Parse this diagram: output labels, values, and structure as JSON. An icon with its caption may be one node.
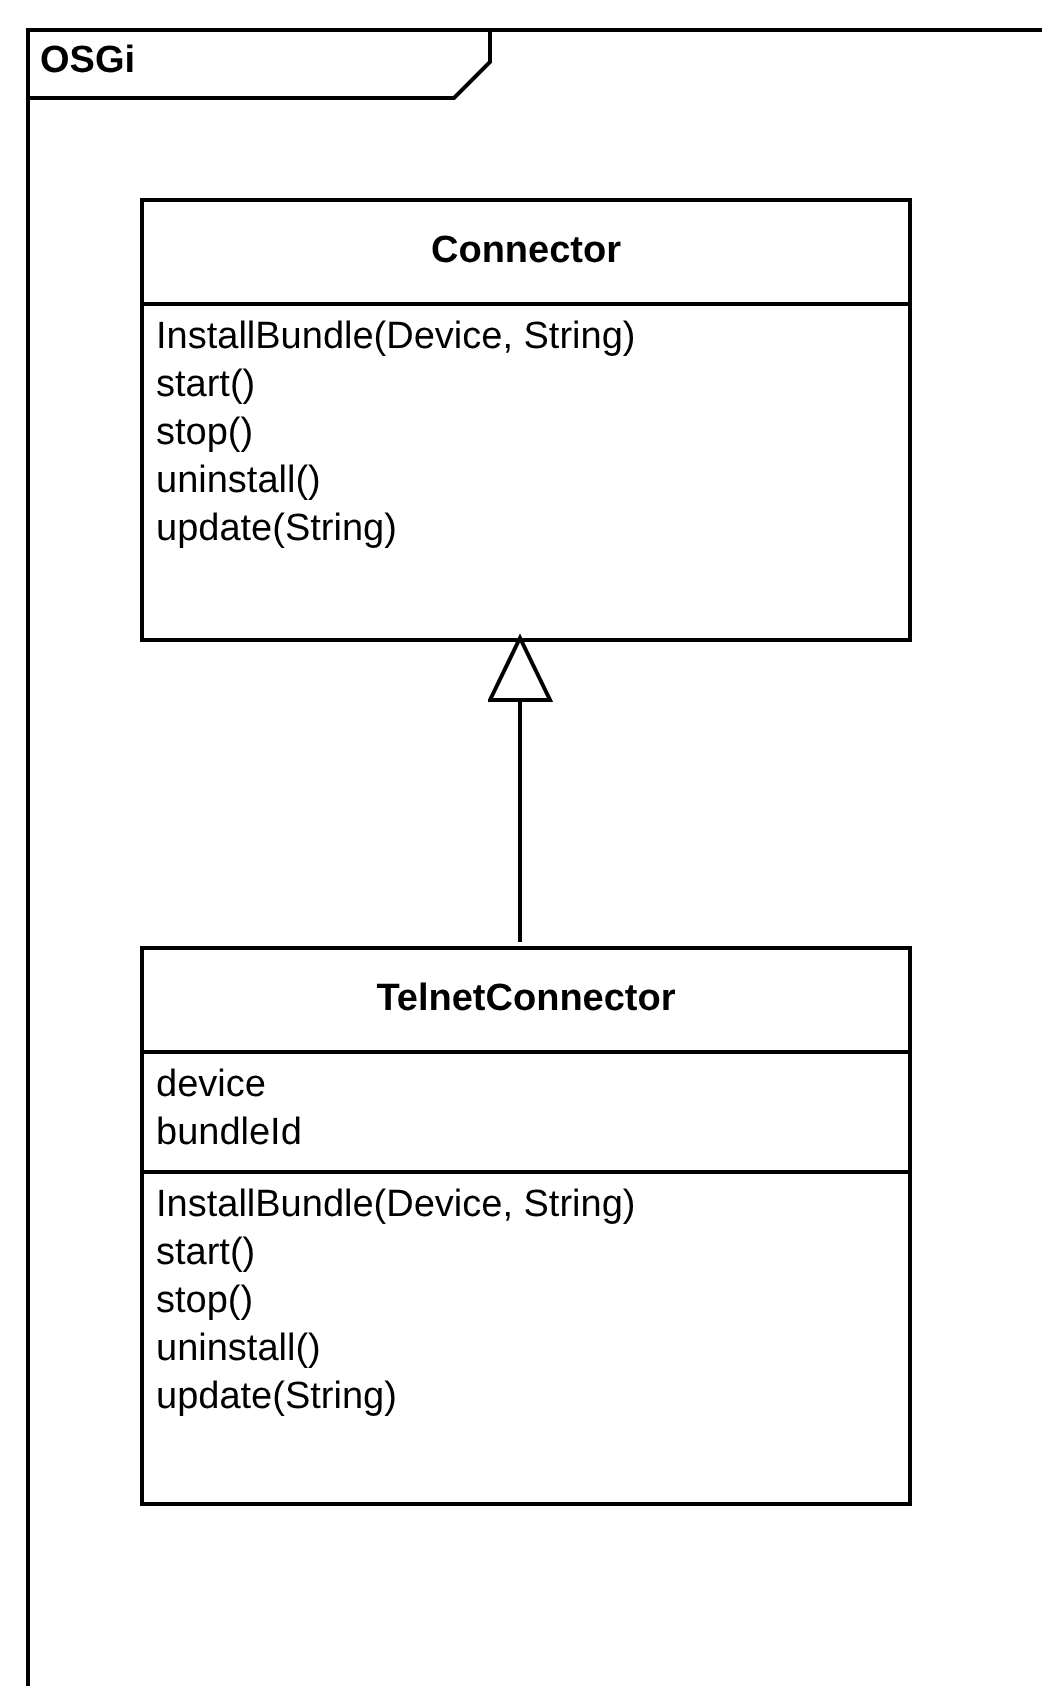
{
  "diagram": {
    "nodes": [
      {
        "text": [
          "OSGi"
        ]
      },
      {
        "text": [
          "Connector",
          "InstallBundle(Device, String)",
          "start()",
          "stop()",
          "uninstall()",
          "update(String)"
        ],
        "in": 0
      },
      {
        "text": [
          "TelnetConnector",
          "device",
          "bundleId",
          "InstallBundle(Device, String)",
          "start()",
          "stop()",
          "uninstall()",
          "update(String)"
        ],
        "in": 0
      }
    ],
    "edges": [
      {
        "from": 2,
        "to": 1,
        "arrow": "to"
      }
    ]
  }
}
